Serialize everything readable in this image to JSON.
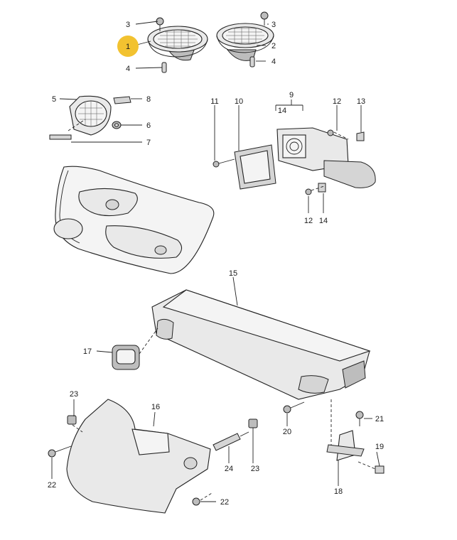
{
  "diagram": {
    "highlight_color": "#f2c230",
    "callouts": [
      {
        "id": "c1",
        "text": "1",
        "highlighted": true
      },
      {
        "id": "c2",
        "text": "2"
      },
      {
        "id": "c3a",
        "text": "3"
      },
      {
        "id": "c3b",
        "text": "3"
      },
      {
        "id": "c4a",
        "text": "4"
      },
      {
        "id": "c4b",
        "text": "4"
      },
      {
        "id": "c5",
        "text": "5"
      },
      {
        "id": "c6",
        "text": "6"
      },
      {
        "id": "c7",
        "text": "7"
      },
      {
        "id": "c8",
        "text": "8"
      },
      {
        "id": "c9",
        "text": "9"
      },
      {
        "id": "c10",
        "text": "10"
      },
      {
        "id": "c11",
        "text": "11"
      },
      {
        "id": "c12a",
        "text": "12"
      },
      {
        "id": "c12b",
        "text": "12"
      },
      {
        "id": "c13",
        "text": "13"
      },
      {
        "id": "c14a",
        "text": "14"
      },
      {
        "id": "c14b",
        "text": "14"
      },
      {
        "id": "c15",
        "text": "15"
      },
      {
        "id": "c16",
        "text": "16"
      },
      {
        "id": "c17",
        "text": "17"
      },
      {
        "id": "c18",
        "text": "18"
      },
      {
        "id": "c19",
        "text": "19"
      },
      {
        "id": "c20",
        "text": "20"
      },
      {
        "id": "c21",
        "text": "21"
      },
      {
        "id": "c22a",
        "text": "22"
      },
      {
        "id": "c22b",
        "text": "22"
      },
      {
        "id": "c23a",
        "text": "23"
      },
      {
        "id": "c23b",
        "text": "23"
      },
      {
        "id": "c24",
        "text": "24"
      }
    ]
  }
}
